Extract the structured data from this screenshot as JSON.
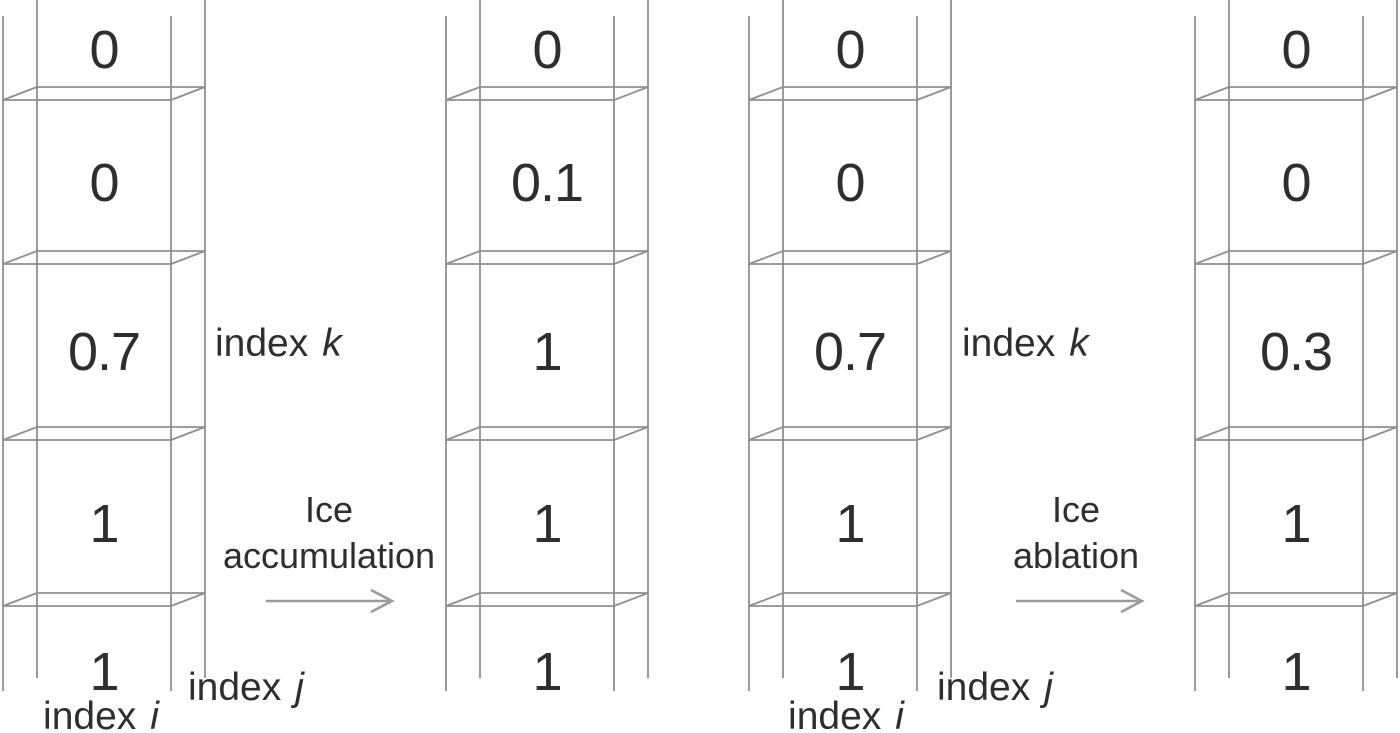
{
  "columns": [
    {
      "name": "left-initial",
      "values": [
        "0",
        "0",
        "0.7",
        "1",
        "1"
      ]
    },
    {
      "name": "left-result",
      "values": [
        "0",
        "0.1",
        "1",
        "1",
        "1"
      ]
    },
    {
      "name": "right-initial",
      "values": [
        "0",
        "0",
        "0.7",
        "1",
        "1"
      ]
    },
    {
      "name": "right-result",
      "values": [
        "0",
        "0",
        "0.3",
        "1",
        "1"
      ]
    }
  ],
  "index_labels": {
    "word": "index",
    "i": "i",
    "j": "j",
    "k": "k"
  },
  "process_arrows": [
    {
      "line1": "Ice",
      "line2": "accumulation"
    },
    {
      "line1": "Ice",
      "line2": "ablation"
    }
  ],
  "colors": {
    "wireframe": "#8f8f8f",
    "text": "#2e2e2e",
    "arrow": "#9b9b9b",
    "background": "#ffffff"
  }
}
